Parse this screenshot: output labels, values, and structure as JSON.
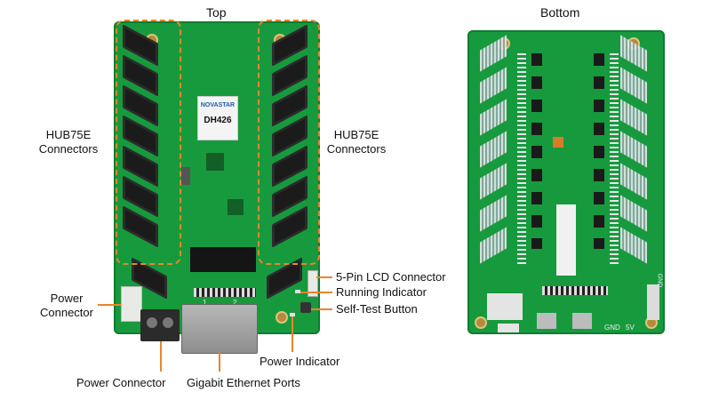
{
  "titles": {
    "top": "Top",
    "bottom": "Bottom"
  },
  "labels": {
    "hub_left_1": "HUB75E",
    "hub_left_2": "Connectors",
    "hub_right_1": "HUB75E",
    "hub_right_2": "Connectors",
    "power_left_1": "Power",
    "power_left_2": "Connector",
    "lcd": "5-Pin LCD Connector",
    "running": "Running Indicator",
    "selftest": "Self-Test Button",
    "power_indicator": "Power Indicator",
    "power_bottom": "Power Connector",
    "ethernet": "Gigabit Ethernet Ports"
  },
  "board": {
    "logo": "NOVASTAR",
    "model": "DH426",
    "port_1": "1",
    "port_2": "2"
  },
  "bottom_board": {
    "silk_gnd": "GND",
    "silk_5v": "5V",
    "silk_gnd2": "GND",
    "silk_5v2": "5V"
  },
  "colors": {
    "pcb_green": "#179a3d",
    "annotation_orange": "#e8862a",
    "connector_black": "#1b1b1b"
  }
}
